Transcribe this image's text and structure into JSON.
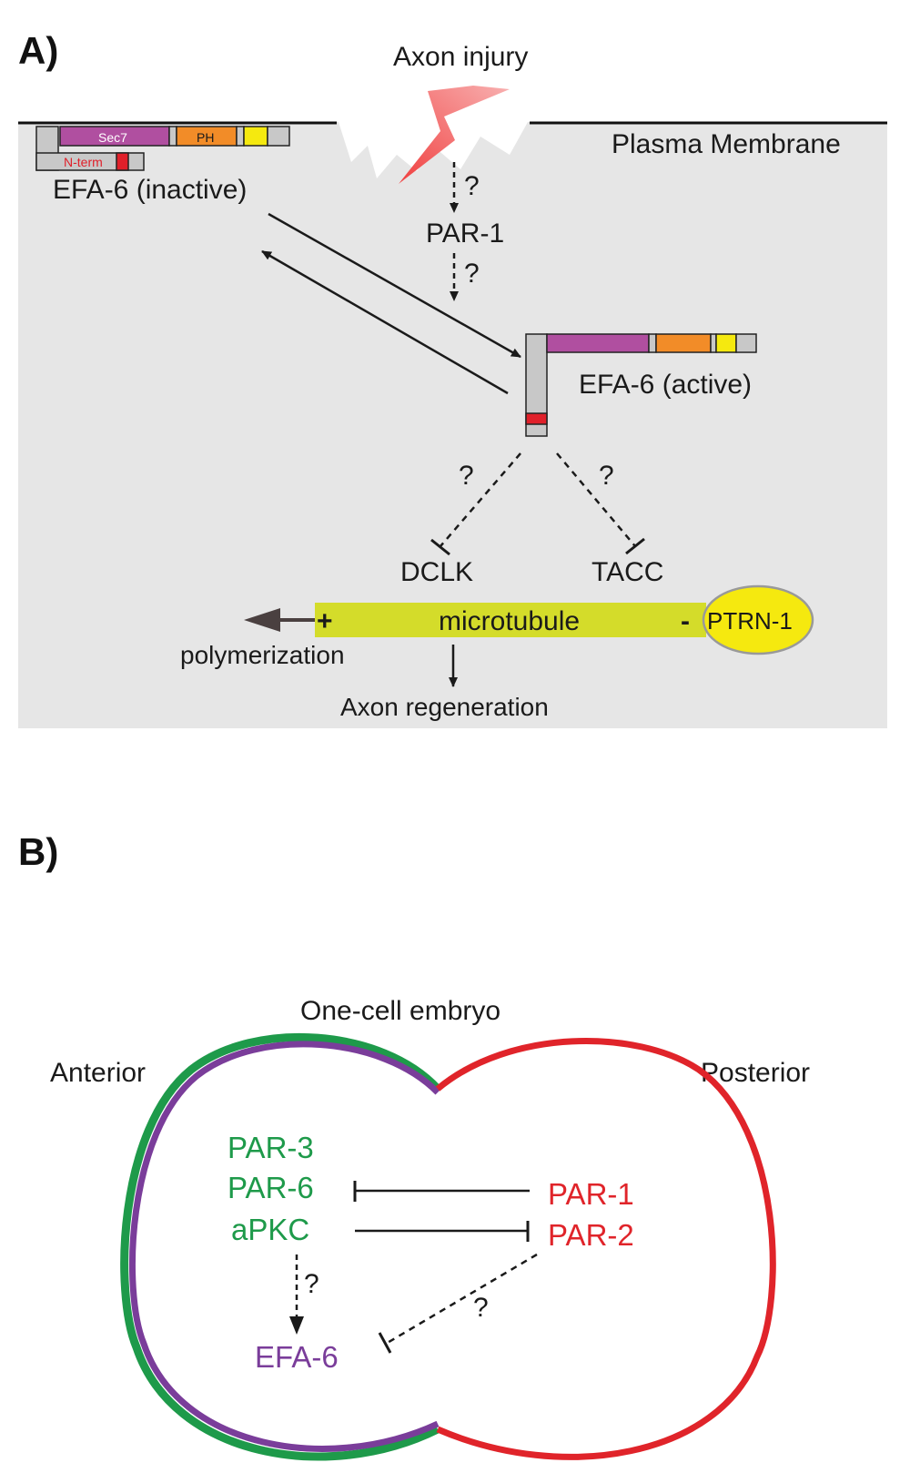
{
  "panel_a": {
    "letter": "A)",
    "axon_injury": "Axon injury",
    "plasma_membrane": "Plasma Membrane",
    "efa6_inactive": "EFA-6 (inactive)",
    "efa6_active": "EFA-6 (active)",
    "par1": "PAR-1",
    "q1": "?",
    "q2": "?",
    "q3": "?",
    "q4": "?",
    "domain_sec7": "Sec7",
    "domain_ph": "PH",
    "domain_nterm": "N-term",
    "dclk": "DCLK",
    "tacc": "TACC",
    "microtubule": "microtubule",
    "plus": "+",
    "minus": "-",
    "ptrn1": "PTRN-1",
    "polymerization": "polymerization",
    "axon_regeneration": "Axon regeneration"
  },
  "panel_b": {
    "letter": "B)",
    "title": "One-cell embryo",
    "anterior": "Anterior",
    "posterior": "Posterior",
    "anterior_proteins": [
      "PAR-3",
      "PAR-6",
      "aPKC"
    ],
    "posterior_proteins": [
      "PAR-1",
      "PAR-2"
    ],
    "efa6": "EFA-6",
    "q1": "?",
    "q2": "?"
  },
  "colors": {
    "background_panel": "#e6e6e6",
    "sec7": "#b04fa0",
    "ph": "#f28c28",
    "yellow_domain": "#f5e90f",
    "nterm_red": "#e0202a",
    "microtubule": "#d4dc2a",
    "ptrn1": "#f5e90f",
    "green": "#1e9a4a",
    "purple": "#7a3d9a",
    "red": "#e0242a",
    "lightning": "#f08080"
  }
}
